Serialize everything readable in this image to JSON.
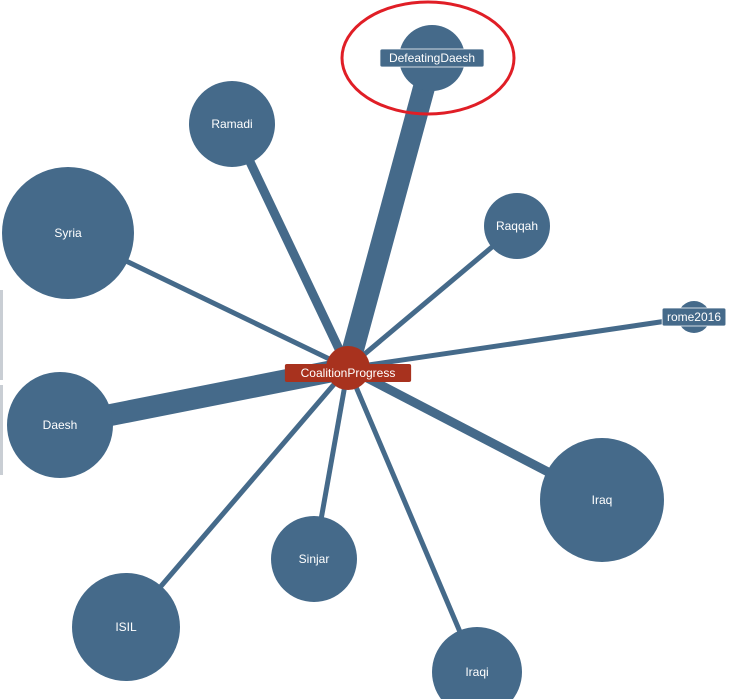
{
  "colors": {
    "node": "#456a8a",
    "link": "#456a8a",
    "center": "#a8321e",
    "highlight": "#e01e26",
    "label_text": "#ffffff",
    "background": "#ffffff"
  },
  "graph": {
    "center": {
      "id": "coalition-progress",
      "label": "CoalitionProgress"
    },
    "nodes": [
      {
        "id": "defeating-daesh",
        "label": "DefeatingDaesh",
        "labeled_box": true,
        "highlighted": true,
        "weight": "heaviest"
      },
      {
        "id": "ramadi",
        "label": "Ramadi",
        "labeled_box": false,
        "highlighted": false,
        "weight": "medium"
      },
      {
        "id": "syria",
        "label": "Syria",
        "labeled_box": false,
        "highlighted": false,
        "weight": "light"
      },
      {
        "id": "raqqah",
        "label": "Raqqah",
        "labeled_box": false,
        "highlighted": false,
        "weight": "light"
      },
      {
        "id": "rome2016",
        "label": "rome2016",
        "labeled_box": true,
        "highlighted": false,
        "weight": "light"
      },
      {
        "id": "daesh",
        "label": "Daesh",
        "labeled_box": false,
        "highlighted": false,
        "weight": "heaviest"
      },
      {
        "id": "iraq",
        "label": "Iraq",
        "labeled_box": false,
        "highlighted": false,
        "weight": "medium"
      },
      {
        "id": "sinjar",
        "label": "Sinjar",
        "labeled_box": false,
        "highlighted": false,
        "weight": "light"
      },
      {
        "id": "isil",
        "label": "ISIL",
        "labeled_box": false,
        "highlighted": false,
        "weight": "light"
      },
      {
        "id": "iraqi",
        "label": "Iraqi",
        "labeled_box": false,
        "highlighted": false,
        "weight": "light"
      }
    ]
  }
}
